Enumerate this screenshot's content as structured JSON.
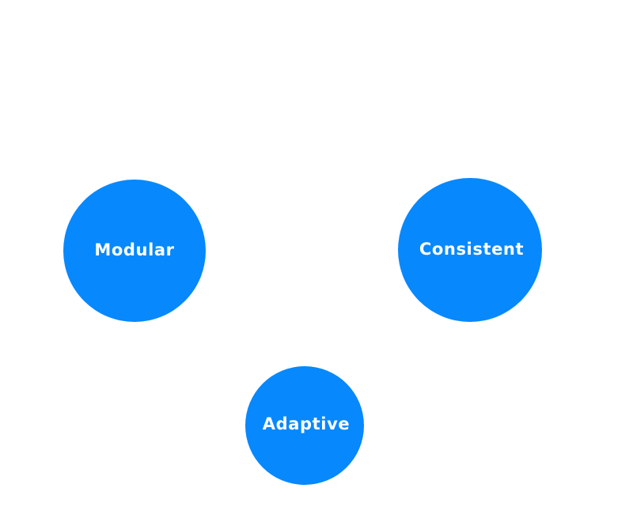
{
  "diagram": {
    "node_color": "#0788fd",
    "label_color": "#ffffff",
    "nodes": [
      {
        "label": "Modular"
      },
      {
        "label": "Consistent"
      },
      {
        "label": "Adaptive"
      }
    ]
  }
}
